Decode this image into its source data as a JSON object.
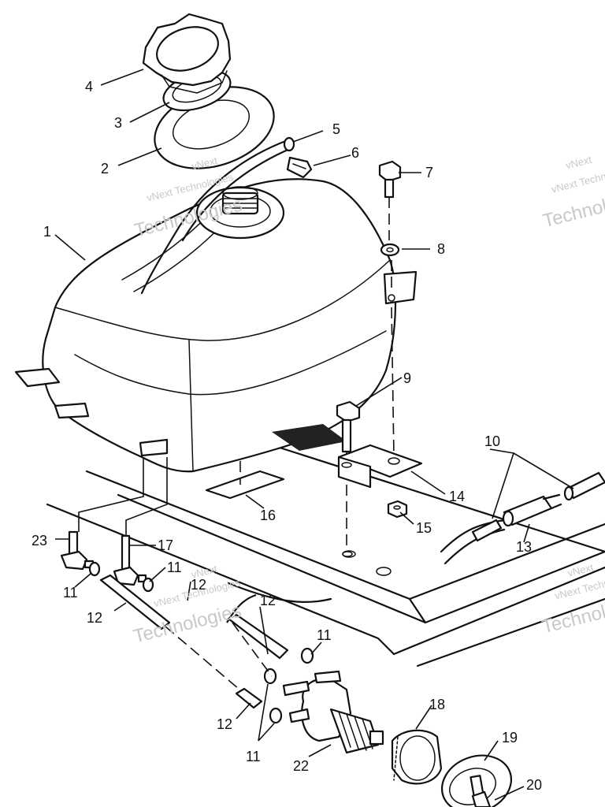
{
  "callouts": [
    "1",
    "2",
    "3",
    "4",
    "5",
    "6",
    "7",
    "8",
    "9",
    "10",
    "11",
    "11",
    "11",
    "11",
    "12",
    "12",
    "12",
    "12",
    "13",
    "14",
    "15",
    "16",
    "17",
    "18",
    "19",
    "20",
    "22",
    "23"
  ],
  "watermark": {
    "line1": "vNext",
    "line2": "Technologies",
    "full": "vNext Technologies"
  }
}
